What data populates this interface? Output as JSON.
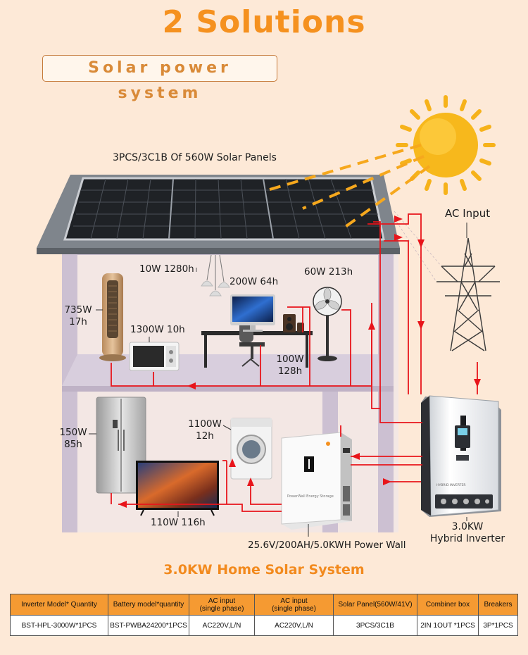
{
  "header": {
    "title": "2 Solutions",
    "subtitle": "Solar power system"
  },
  "labels": {
    "panels": "3PCS/3C1B Of 560W Solar Panels",
    "ac_input": "AC Input",
    "lamp": "10W 1280h",
    "computer": "200W 64h",
    "fan": "60W 213h",
    "tower_fan_line1": "735W",
    "tower_fan_line2": "17h",
    "microwave": "1300W 10h",
    "speaker_line1": "100W",
    "speaker_line2": "128h",
    "fridge_line1": "150W",
    "fridge_line2": "85h",
    "washer_line1": "1100W",
    "washer_line2": "12h",
    "tv": "110W 116h",
    "battery": "25.6V/200AH/5.0KWH Power Wall",
    "inverter_line1": "3.0KW",
    "inverter_line2": "Hybrid Inverter",
    "battery_device_text": "PowerWall Energy Storage",
    "inverter_device_text": "HYBRID INVERTER"
  },
  "system_title": "3.0KW Home Solar System",
  "spec_table": {
    "headers": [
      "Inverter Model* Quantity",
      "Battery model*quantity",
      "AC input\n(single phase)",
      "AC input\n(single phase)",
      "Solar Panel(560W/41V)",
      "Combiner box",
      "Breakers"
    ],
    "row": [
      "BST-HPL-3000W*1PCS",
      "BST-PWBA24200*1PCS",
      "AC220V,L/N",
      "AC220V,L/N",
      "3PCS/3C1B",
      "2IN 1OUT *1PCS",
      "3P*1PCS"
    ]
  },
  "colors": {
    "title": "#f5911f",
    "wire": "#e8151b",
    "sun": "#f6b21a",
    "table_header": "#f59a32",
    "background": "#fde9d7"
  },
  "icons": [
    "sun-icon",
    "solar-panel-icon",
    "power-tower-icon",
    "tower-fan-icon",
    "microwave-icon",
    "computer-icon",
    "speaker-icon",
    "standing-fan-icon",
    "pendant-lamp-icon",
    "fridge-icon",
    "tv-icon",
    "washing-machine-icon",
    "battery-icon",
    "inverter-icon"
  ]
}
